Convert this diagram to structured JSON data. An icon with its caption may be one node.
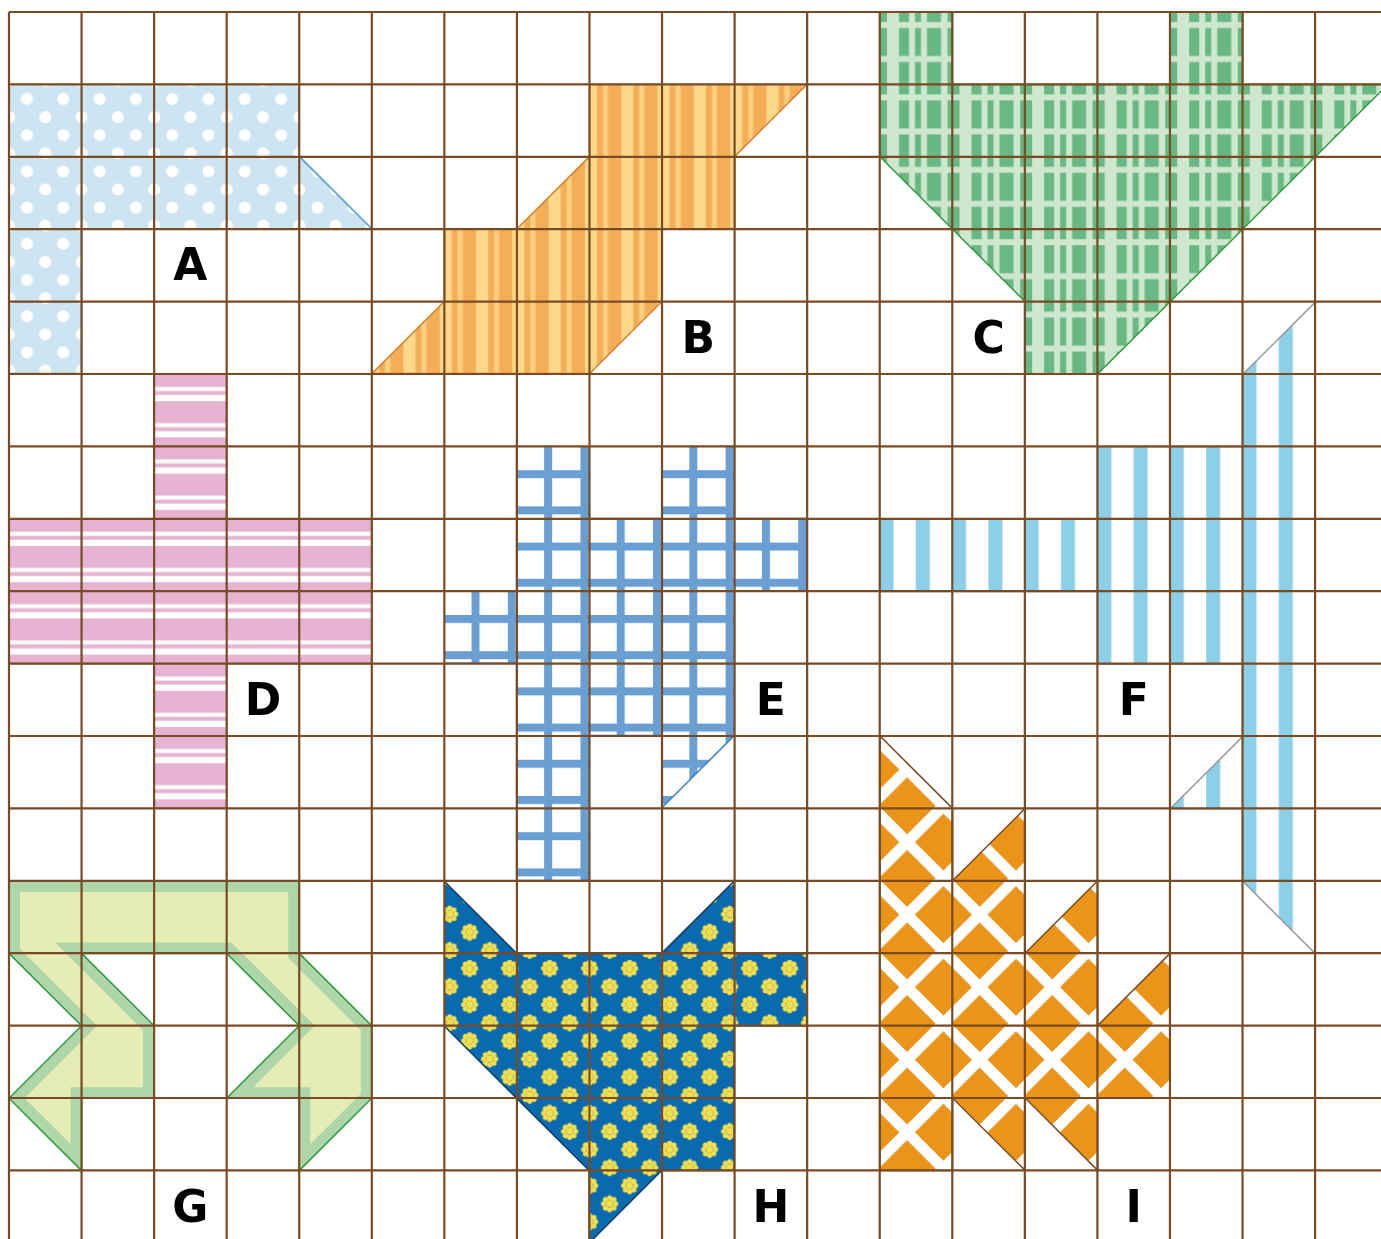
{
  "diagram": {
    "nodes": [
      {
        "text": [
          "A"
        ]
      },
      {
        "text": [
          "B"
        ]
      },
      {
        "text": [
          "C"
        ]
      },
      {
        "text": [
          "D"
        ]
      },
      {
        "text": [
          "E"
        ]
      },
      {
        "text": [
          "F"
        ]
      },
      {
        "text": [
          "G"
        ]
      },
      {
        "text": [
          "H"
        ]
      },
      {
        "text": [
          "I"
        ]
      }
    ]
  }
}
